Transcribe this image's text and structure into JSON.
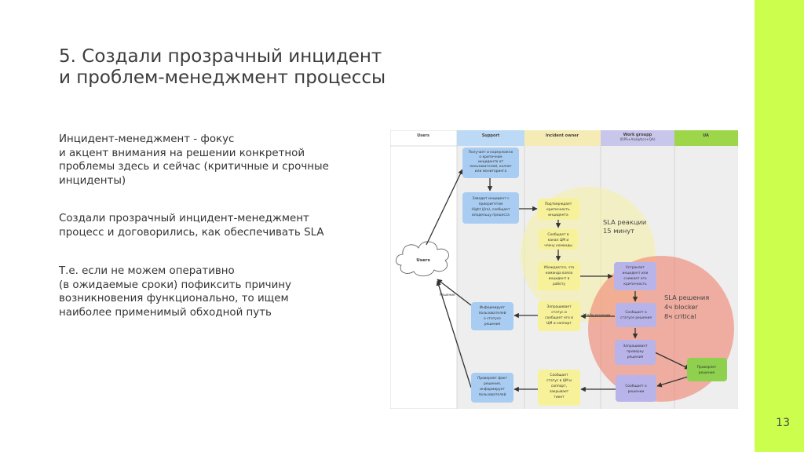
{
  "slide": {
    "title_lines": [
      "5. Создали прозрачный инцидент",
      "и проблем-менеджмент процессы"
    ],
    "paragraph1_lines": [
      "Инцидент-менеджмент - фокус",
      "и акцент внимания на решении конкретной",
      "проблемы здесь и сейчас (критичные и срочные",
      "инциденты)"
    ],
    "paragraph2_lines": [
      "Создали прозрачный инцидент-менеджмент",
      "процесс и договорились, как обеспечивать SLA"
    ],
    "paragraph3_lines": [
      "Т.е. если не можем оперативно",
      "(в ожидаемые сроки) пофиксить причину",
      "возникновения функционально, то ищем",
      "наиболее применимый обходной путь"
    ],
    "page_number": "13",
    "accent_color": "#ccff4d"
  },
  "diagram": {
    "lanes": [
      {
        "label": "Users",
        "color": "#ffffff"
      },
      {
        "label": "Support",
        "color": "#bcd9f5"
      },
      {
        "label": "Incident owner",
        "color": "#f5ecb5"
      },
      {
        "label": "Work groupp",
        "sublabel": "(DPS+Analytics+QA)",
        "color": "#c9c6ec"
      },
      {
        "label": "UA",
        "color": "#9ed64a"
      }
    ],
    "users_label": "Users",
    "sla_reaction_lines": [
      "SLA реакции",
      "15 минут"
    ],
    "sla_resolution_lines": [
      "SLA решения",
      "4ч blocker",
      "8ч critical"
    ],
    "edge_label_1": "Решение",
    "edge_label_2": "Ждём решения",
    "nodes": {
      "s1": [
        "Получает и кормуложно",
        "о критичном",
        "инциденте от",
        "пользователей, коллег",
        "или мониторинга"
      ],
      "s2": [
        "Заводит инцидент с",
        "приоритетом",
        "Hight (Jira), сообщает",
        "владельцу процесса"
      ],
      "s3": [
        "Информирует",
        "пользователей",
        "о статусе",
        "решения"
      ],
      "s4": [
        "Проверяет факт",
        "решения,",
        "информирует",
        "пользователей"
      ],
      "i1": [
        "Подтверждает",
        "критичность",
        "инцидента"
      ],
      "i2": [
        "Сообщает в",
        "канал ЦМ и",
        "члену команды"
      ],
      "i3": [
        "Убеждается, что",
        "команда взяла",
        "инцидент в",
        "работу"
      ],
      "i4": [
        "Запрашивает",
        "статус и",
        "сообщает его в",
        "ЦМ и саппорт"
      ],
      "i5": [
        "Сообщает",
        "статус в ЦМ и",
        "саппорт,",
        "закрывает",
        "тикет"
      ],
      "w1": [
        "Устраняет",
        "инцидент или",
        "снижает его",
        "критичность"
      ],
      "w2": [
        "Сообщает о",
        "статусе решения"
      ],
      "w3": [
        "Запрашивает",
        "проверку",
        "решения"
      ],
      "w4": [
        "Сообщает о",
        "решении"
      ],
      "ua1": [
        "Проверяет",
        "решение"
      ]
    }
  }
}
